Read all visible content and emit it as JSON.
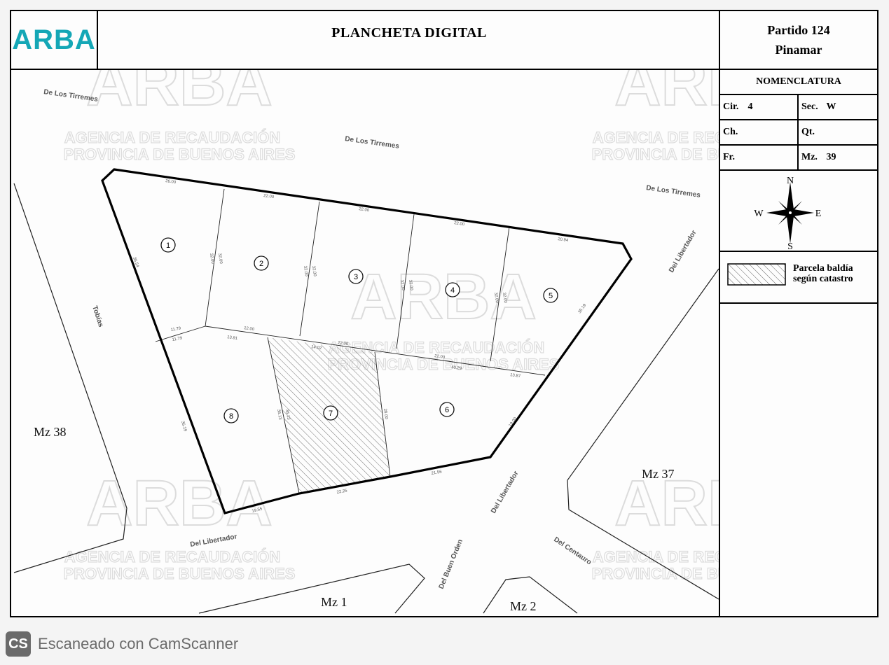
{
  "header": {
    "logo": "ARBA",
    "title": "PLANCHETA DIGITAL"
  },
  "side": {
    "partido": "Partido 124",
    "localidad": "Pinamar",
    "nomenclatura_title": "NOMENCLATURA",
    "nomenclatura": [
      {
        "left_key": "Cir.",
        "left_val": "4",
        "right_key": "Sec.",
        "right_val": "W"
      },
      {
        "left_key": "Ch.",
        "left_val": "",
        "right_key": "Qt.",
        "right_val": ""
      },
      {
        "left_key": "Fr.",
        "left_val": "",
        "right_key": "Mz.",
        "right_val": "39"
      }
    ],
    "compass": {
      "n": "N",
      "s": "S",
      "e": "E",
      "w": "W"
    },
    "legend": {
      "line1": "Parcela baldía",
      "line2": "según catastro"
    }
  },
  "watermark": {
    "logo": "ARBA",
    "line1": "AGENCIA DE RECAUDACIÓN",
    "line2": "PROVINCIA DE BUENOS AIRES"
  },
  "map": {
    "streets": {
      "tirremes_a": "De Los Tirremes",
      "tirremes_b": "De Los Tirremes",
      "tirremes_c": "De Los Tirremes",
      "tobias": "Tobías",
      "libertador_a": "Del Libertador",
      "libertador_b": "Del Libertador",
      "libertador_c": "Del Libertador",
      "buen_orden": "Del Buen Orden",
      "centauro": "Del Centauro"
    },
    "blocks": {
      "mz38": "Mz 38",
      "mz37": "Mz 37",
      "mz1": "Mz 1",
      "mz2": "Mz 2"
    },
    "parcels": [
      "1",
      "2",
      "3",
      "4",
      "5",
      "6",
      "7",
      "8"
    ],
    "vacant_parcels": [
      "7"
    ],
    "dimensions": {
      "top_1": "26.00",
      "top_2": "22.00",
      "top_3": "22.00",
      "top_4": "22.00",
      "top_5": "20.94",
      "left_1": "36.54",
      "d12a": "32.00",
      "d12b": "32.00",
      "d23a": "32.00",
      "d23b": "32.00",
      "d34a": "32.00",
      "d34b": "32.00",
      "d45a": "32.00",
      "d45b": "32.00",
      "right_5": "35.19",
      "mid_a": "11.79",
      "mid_b": "11.79",
      "mid_c": "12.00",
      "mid_d": "13.91",
      "mid_e": "14.02",
      "mid_f": "22.00",
      "mid_g": "22.00",
      "mid_h": "40.29",
      "mid_i": "13.87",
      "left_8": "36.19",
      "d87a": "36.13",
      "d87b": "36.13",
      "d76": "28.00",
      "right_6": "19.00",
      "bot_8": "19.55",
      "bot_7": "22.25",
      "bot_6": "21.56"
    }
  },
  "footer": {
    "badge": "CS",
    "text": "Escaneado con CamScanner"
  }
}
